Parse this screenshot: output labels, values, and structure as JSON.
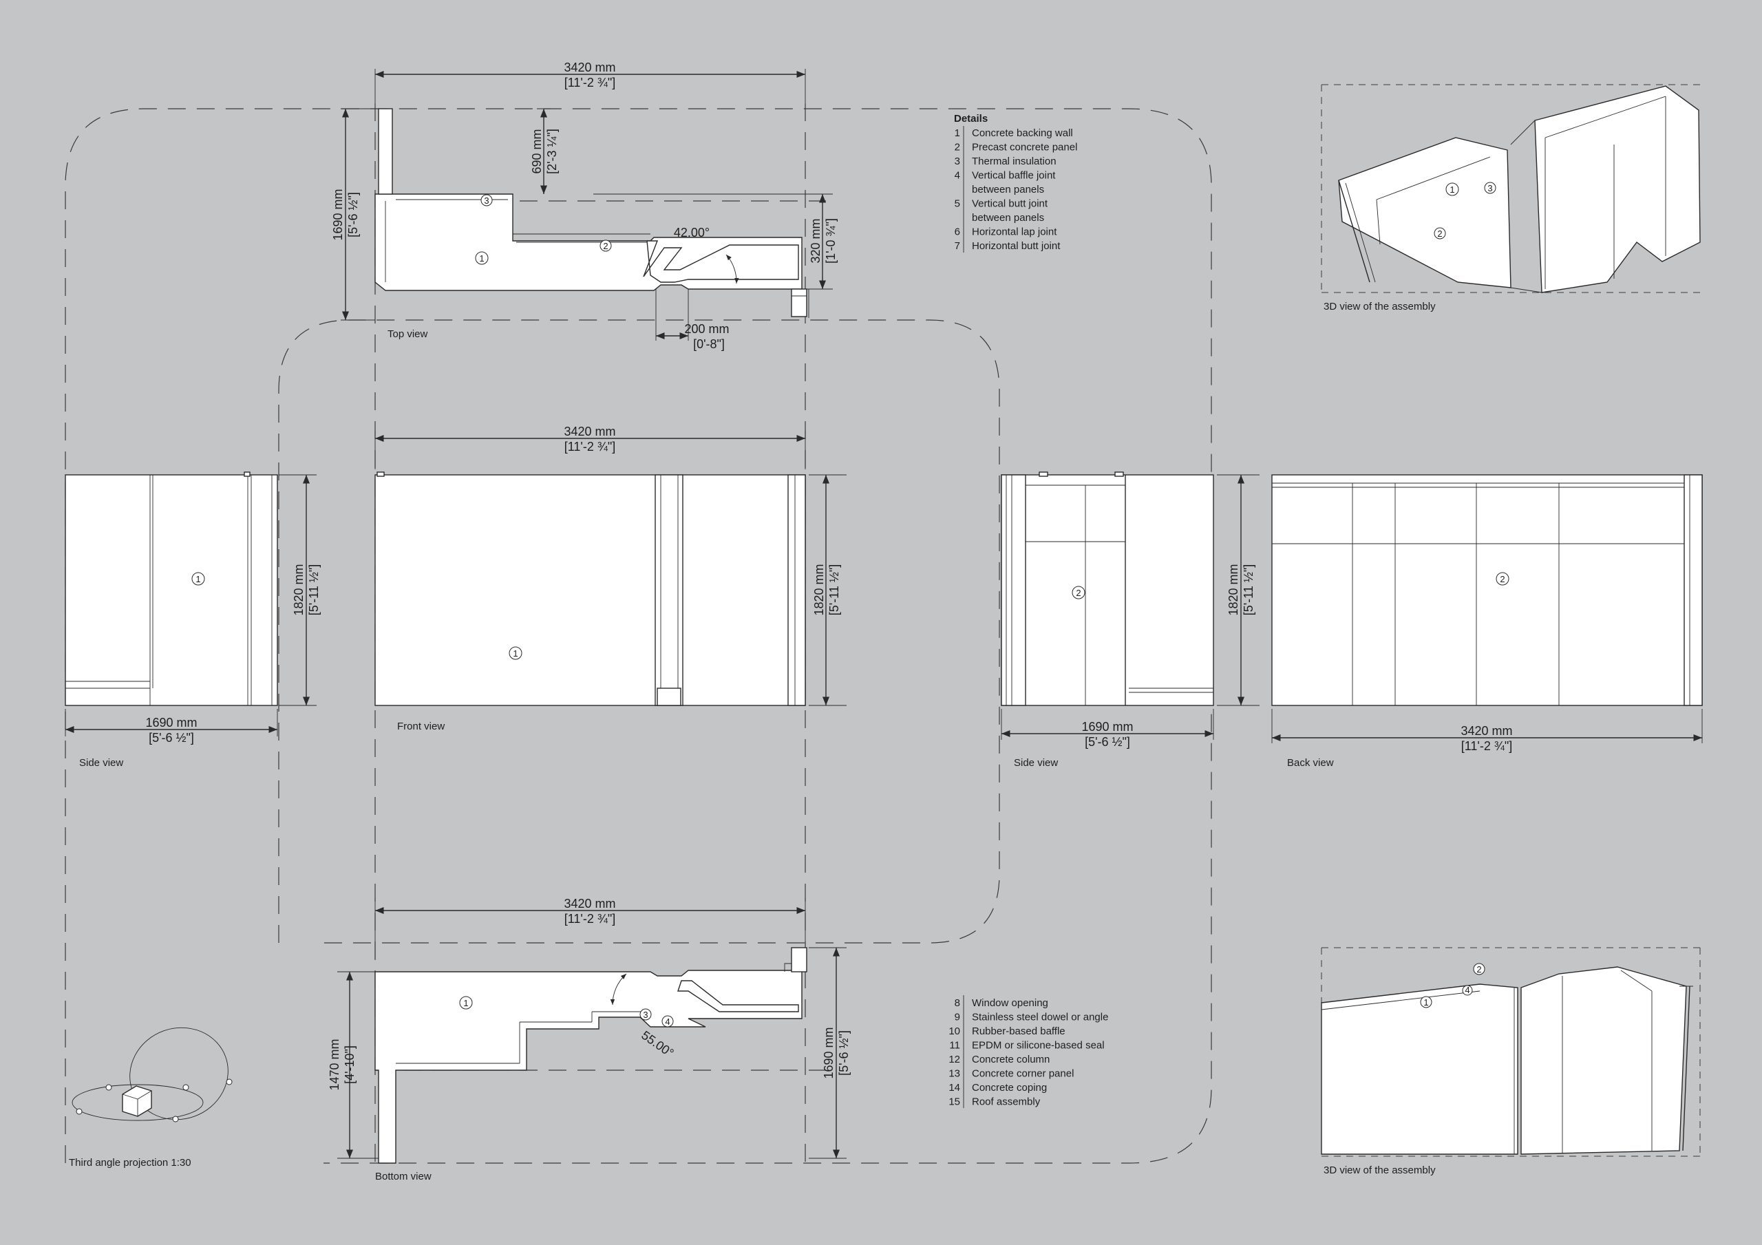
{
  "dims": {
    "top_width": "3420 mm",
    "top_width_imp": "[11'-2 ¾\"]",
    "top_depth": "1690 mm",
    "top_depth_imp": "[5'-6 ½\"]",
    "top_step": "690 mm",
    "top_step_imp": "[2'-3 ¼\"]",
    "top_right": "320 mm",
    "top_right_imp": "[1'-0 ¾\"]",
    "top_gap": "200 mm",
    "top_gap_imp": "[0'-8\"]",
    "angle_top": "42.00°",
    "front_width": "3420 mm",
    "front_width_imp": "[11'-2 ¾\"]",
    "height": "1820 mm",
    "height_imp": "[5'-11 ½\"]",
    "side_width": "1690 mm",
    "side_width_imp": "[5'-6 ½\"]",
    "back_width": "3420 mm",
    "back_width_imp": "[11'-2 ¾\"]",
    "bottom_width": "3420 mm",
    "bottom_width_imp": "[11'-2 ¾\"]",
    "bottom_left": "1470 mm",
    "bottom_left_imp": "[4'-10\"]",
    "bottom_right": "1690 mm",
    "bottom_right_imp": "[5'-6 ½\"]",
    "angle_bottom": "55.00°"
  },
  "captions": {
    "top_view": "Top view",
    "front_view": "Front view",
    "side_view_left": "Side view",
    "side_view_right": "Side view",
    "back_view": "Back view",
    "bottom_view": "Bottom view",
    "projection": "Third angle projection 1:30",
    "view3d_top": "3D view of the assembly",
    "view3d_bottom": "3D view of the assembly"
  },
  "details": {
    "title": "Details",
    "items_a": [
      {
        "n": "1",
        "text": "Concrete backing wall"
      },
      {
        "n": "2",
        "text": "Precast concrete panel"
      },
      {
        "n": "3",
        "text": "Thermal insulation"
      },
      {
        "n": "4",
        "text": "Vertical baffle joint"
      },
      {
        "n": "",
        "text": "between panels"
      },
      {
        "n": "5",
        "text": "Vertical butt joint"
      },
      {
        "n": "",
        "text": "between panels"
      },
      {
        "n": "6",
        "text": "Horizontal lap joint"
      },
      {
        "n": "7",
        "text": "Horizontal butt joint"
      }
    ],
    "items_b": [
      {
        "n": "8",
        "text": "Window opening"
      },
      {
        "n": "9",
        "text": "Stainless steel dowel or angle"
      },
      {
        "n": "10",
        "text": "Rubber-based baffle"
      },
      {
        "n": "11",
        "text": "EPDM or silicone-based seal"
      },
      {
        "n": "12",
        "text": "Concrete column"
      },
      {
        "n": "13",
        "text": "Concrete corner panel"
      },
      {
        "n": "14",
        "text": "Concrete coping"
      },
      {
        "n": "15",
        "text": "Roof assembly"
      }
    ]
  },
  "markers": {
    "one": "1",
    "two": "2",
    "three": "3",
    "four": "4"
  }
}
